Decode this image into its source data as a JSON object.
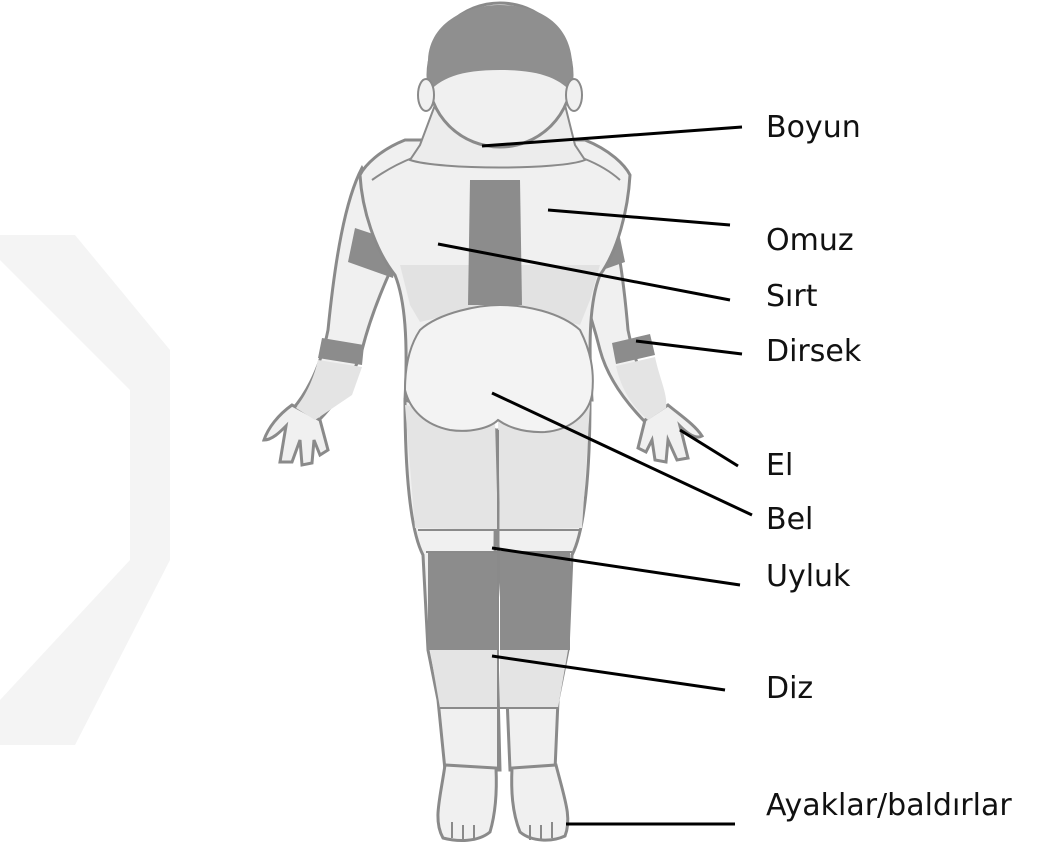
{
  "labels": {
    "boyun": "Boyun",
    "omuz": "Omuz",
    "sirt": "Sırt",
    "dirsek": "Dirsek",
    "el": "El",
    "bel": "Bel",
    "uyluk": "Uyluk",
    "diz": "Diz",
    "ayaklar": "Ayaklar/baldırlar"
  },
  "colors": {
    "body_fill": "#f0f0f0",
    "outline": "#8a8a8a",
    "shaded_region": "#8c8c8c",
    "light_region": "#e6e6e6",
    "hair": "#8f8f8f",
    "leader_line": "#000000",
    "watermark": "#f2f2f2"
  }
}
